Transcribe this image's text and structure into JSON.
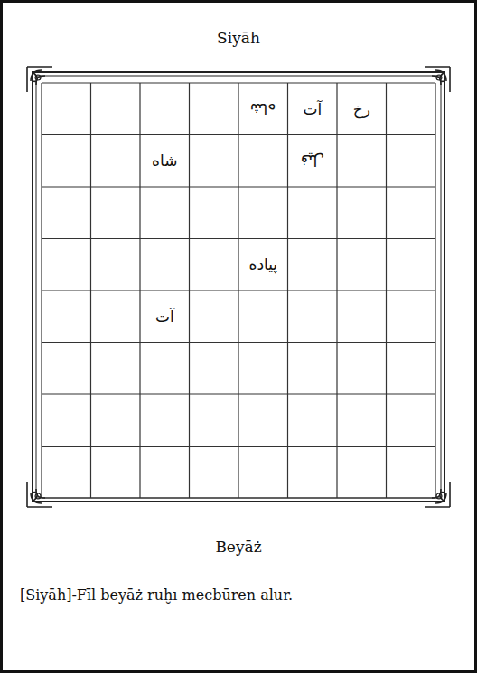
{
  "diagram": {
    "caption": "[Siyāh]-Fīl beyāż ruḫı mecbūren alur.",
    "labels": [
      "Siyāh",
      "شاه",
      "آت",
      "رخ",
      "شاه",
      "فیل",
      "پیاده",
      "آت",
      "Beyāż"
    ]
  }
}
